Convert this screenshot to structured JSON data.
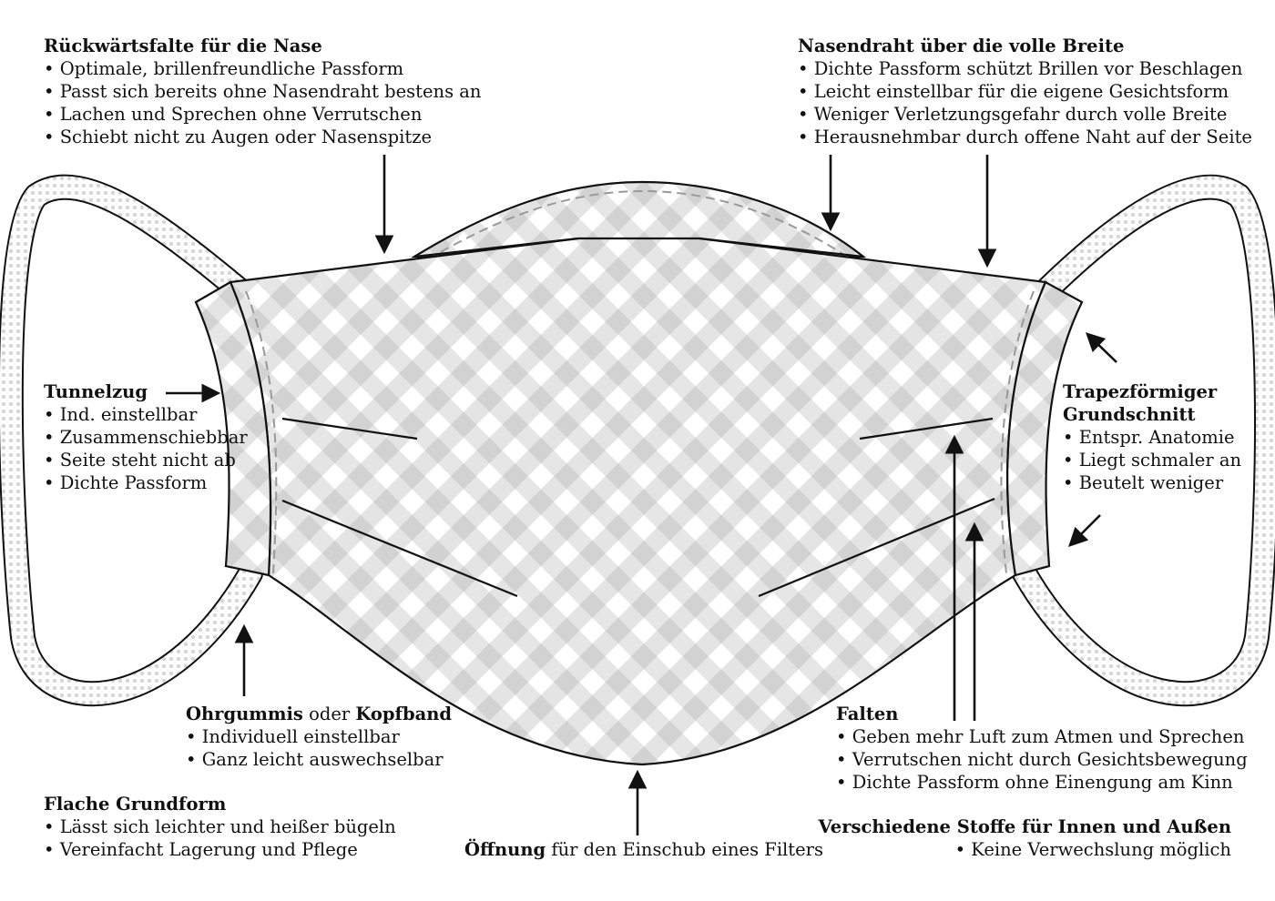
{
  "labels": {
    "nose_fold": {
      "title": "Rückwärtsfalte für die Nase",
      "items": [
        "• Optimale, brillenfreundliche Passform",
        "• Passt sich bereits ohne Nasendraht bestens an",
        "• Lachen und Sprechen ohne Verrutschen",
        "• Schiebt nicht zu Augen oder Nasenspitze"
      ]
    },
    "nose_wire": {
      "title": "Nasendraht über die volle Breite",
      "items": [
        "• Dichte Passform schützt Brillen vor Beschlagen",
        "• Leicht einstellbar für die eigene Gesichtsform",
        "• Weniger Verletzungsgefahr durch volle Breite",
        "• Herausnehmbar durch offene Naht auf der Seite"
      ]
    },
    "tunnel": {
      "title": "Tunnelzug",
      "items": [
        "• Ind. einstellbar",
        "• Zusammenschiebbar",
        "• Seite steht nicht ab",
        "• Dichte Passform"
      ]
    },
    "trapezoid": {
      "title_line1": "Trapezförmiger",
      "title_line2": "Grundschnitt",
      "items": [
        "• Entspr. Anatomie",
        "• Liegt schmaler an",
        "• Beutelt weniger"
      ]
    },
    "elastic": {
      "title_part1": "Ohrgummis",
      "title_join": " oder ",
      "title_part2": "Kopfband",
      "items": [
        "• Individuell einstellbar",
        "• Ganz leicht auswechselbar"
      ]
    },
    "pleats": {
      "title": "Falten",
      "items": [
        "• Geben mehr Luft zum Atmen und Sprechen",
        "• Verrutschen nicht durch Gesichtsbewegung",
        "• Dichte Passform ohne Einengung am Kinn"
      ]
    },
    "flat": {
      "title": "Flache Grundform",
      "items": [
        "• Lässt sich leichter und heißer bügeln",
        "• Vereinfacht Lagerung und Pflege"
      ]
    },
    "opening": {
      "title": "Öffnung",
      "rest": " für den Einschub eines Filters"
    },
    "fabrics": {
      "title": "Verschiedene Stoffe für Innen und Außen",
      "items": [
        "• Keine Verwechslung möglich"
      ]
    }
  },
  "colors": {
    "outline": "#111111",
    "fabric_check": "#d9d9d9",
    "fabric_check_light": "#ececec",
    "seam": "#9a9a9a",
    "background": "#ffffff"
  }
}
